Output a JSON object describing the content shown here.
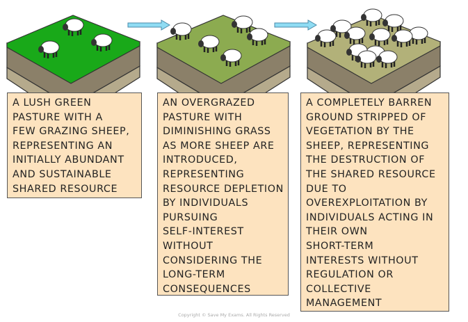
{
  "panels": [
    {
      "name": "lush-pasture",
      "grass_color": "#19a919",
      "sheep_count": 3,
      "caption_lines": [
        "A LUSH GREEN",
        "PASTURE WITH A",
        "FEW GRAZING SHEEP,",
        "REPRESENTING AN",
        "INITIALLY ABUNDANT",
        "AND SUSTAINABLE",
        "SHARED RESOURCE"
      ]
    },
    {
      "name": "overgrazed-pasture",
      "grass_color": "#8cab50",
      "sheep_count": 5,
      "caption_lines": [
        "AN OVERGRAZED",
        "PASTURE WITH",
        "DIMINISHING GRASS",
        "AS MORE SHEEP ARE",
        "INTRODUCED,",
        "REPRESENTING",
        "RESOURCE DEPLETION",
        "BY INDIVIDUALS",
        "PURSUING",
        "SELF-INTEREST",
        "WITHOUT",
        "CONSIDERING THE",
        "LONG-TERM",
        "CONSEQUENCES"
      ]
    },
    {
      "name": "barren-ground",
      "grass_color": "#b2b179",
      "sheep_count": 12,
      "caption_lines": [
        "A COMPLETELY BARREN",
        "GROUND STRIPPED OF",
        "VEGETATION BY THE",
        "SHEEP, REPRESENTING",
        "THE DESTRUCTION OF",
        "THE SHARED RESOURCE",
        "DUE TO",
        "OVEREXPLOITATION BY",
        "INDIVIDUALS ACTING IN",
        "THEIR OWN",
        "SHORT-TERM",
        "INTERESTS WITHOUT",
        "REGULATION OR",
        "COLLECTIVE",
        "MANAGEMENT"
      ]
    }
  ],
  "colors": {
    "arrow": "#8fdcf3",
    "box_fill": "#fde3bf",
    "soil_top": "#8b8069",
    "soil_bottom": "#b5aa8c"
  },
  "copyright": "Copyright © Save My Exams. All Rights Reserved"
}
